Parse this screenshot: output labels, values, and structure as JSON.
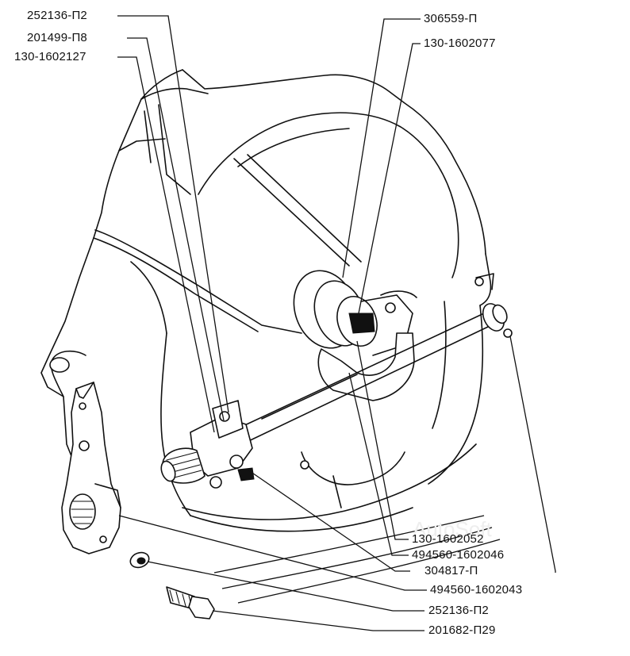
{
  "labels": {
    "top_left_1": "252136-П2",
    "top_left_2": "201499-П8",
    "top_left_3": "130-1602127",
    "top_right_1": "306559-П",
    "top_right_2": "130-1602077",
    "bottom_right_1": "130-1602052",
    "bottom_right_2": "494560-1602046",
    "bottom_right_3": "304817-П",
    "bottom_right_4": "494560-1602043",
    "bottom_right_5": "252136-П2",
    "bottom_right_6": "201682-П29"
  },
  "watermark": "AutoSoft"
}
